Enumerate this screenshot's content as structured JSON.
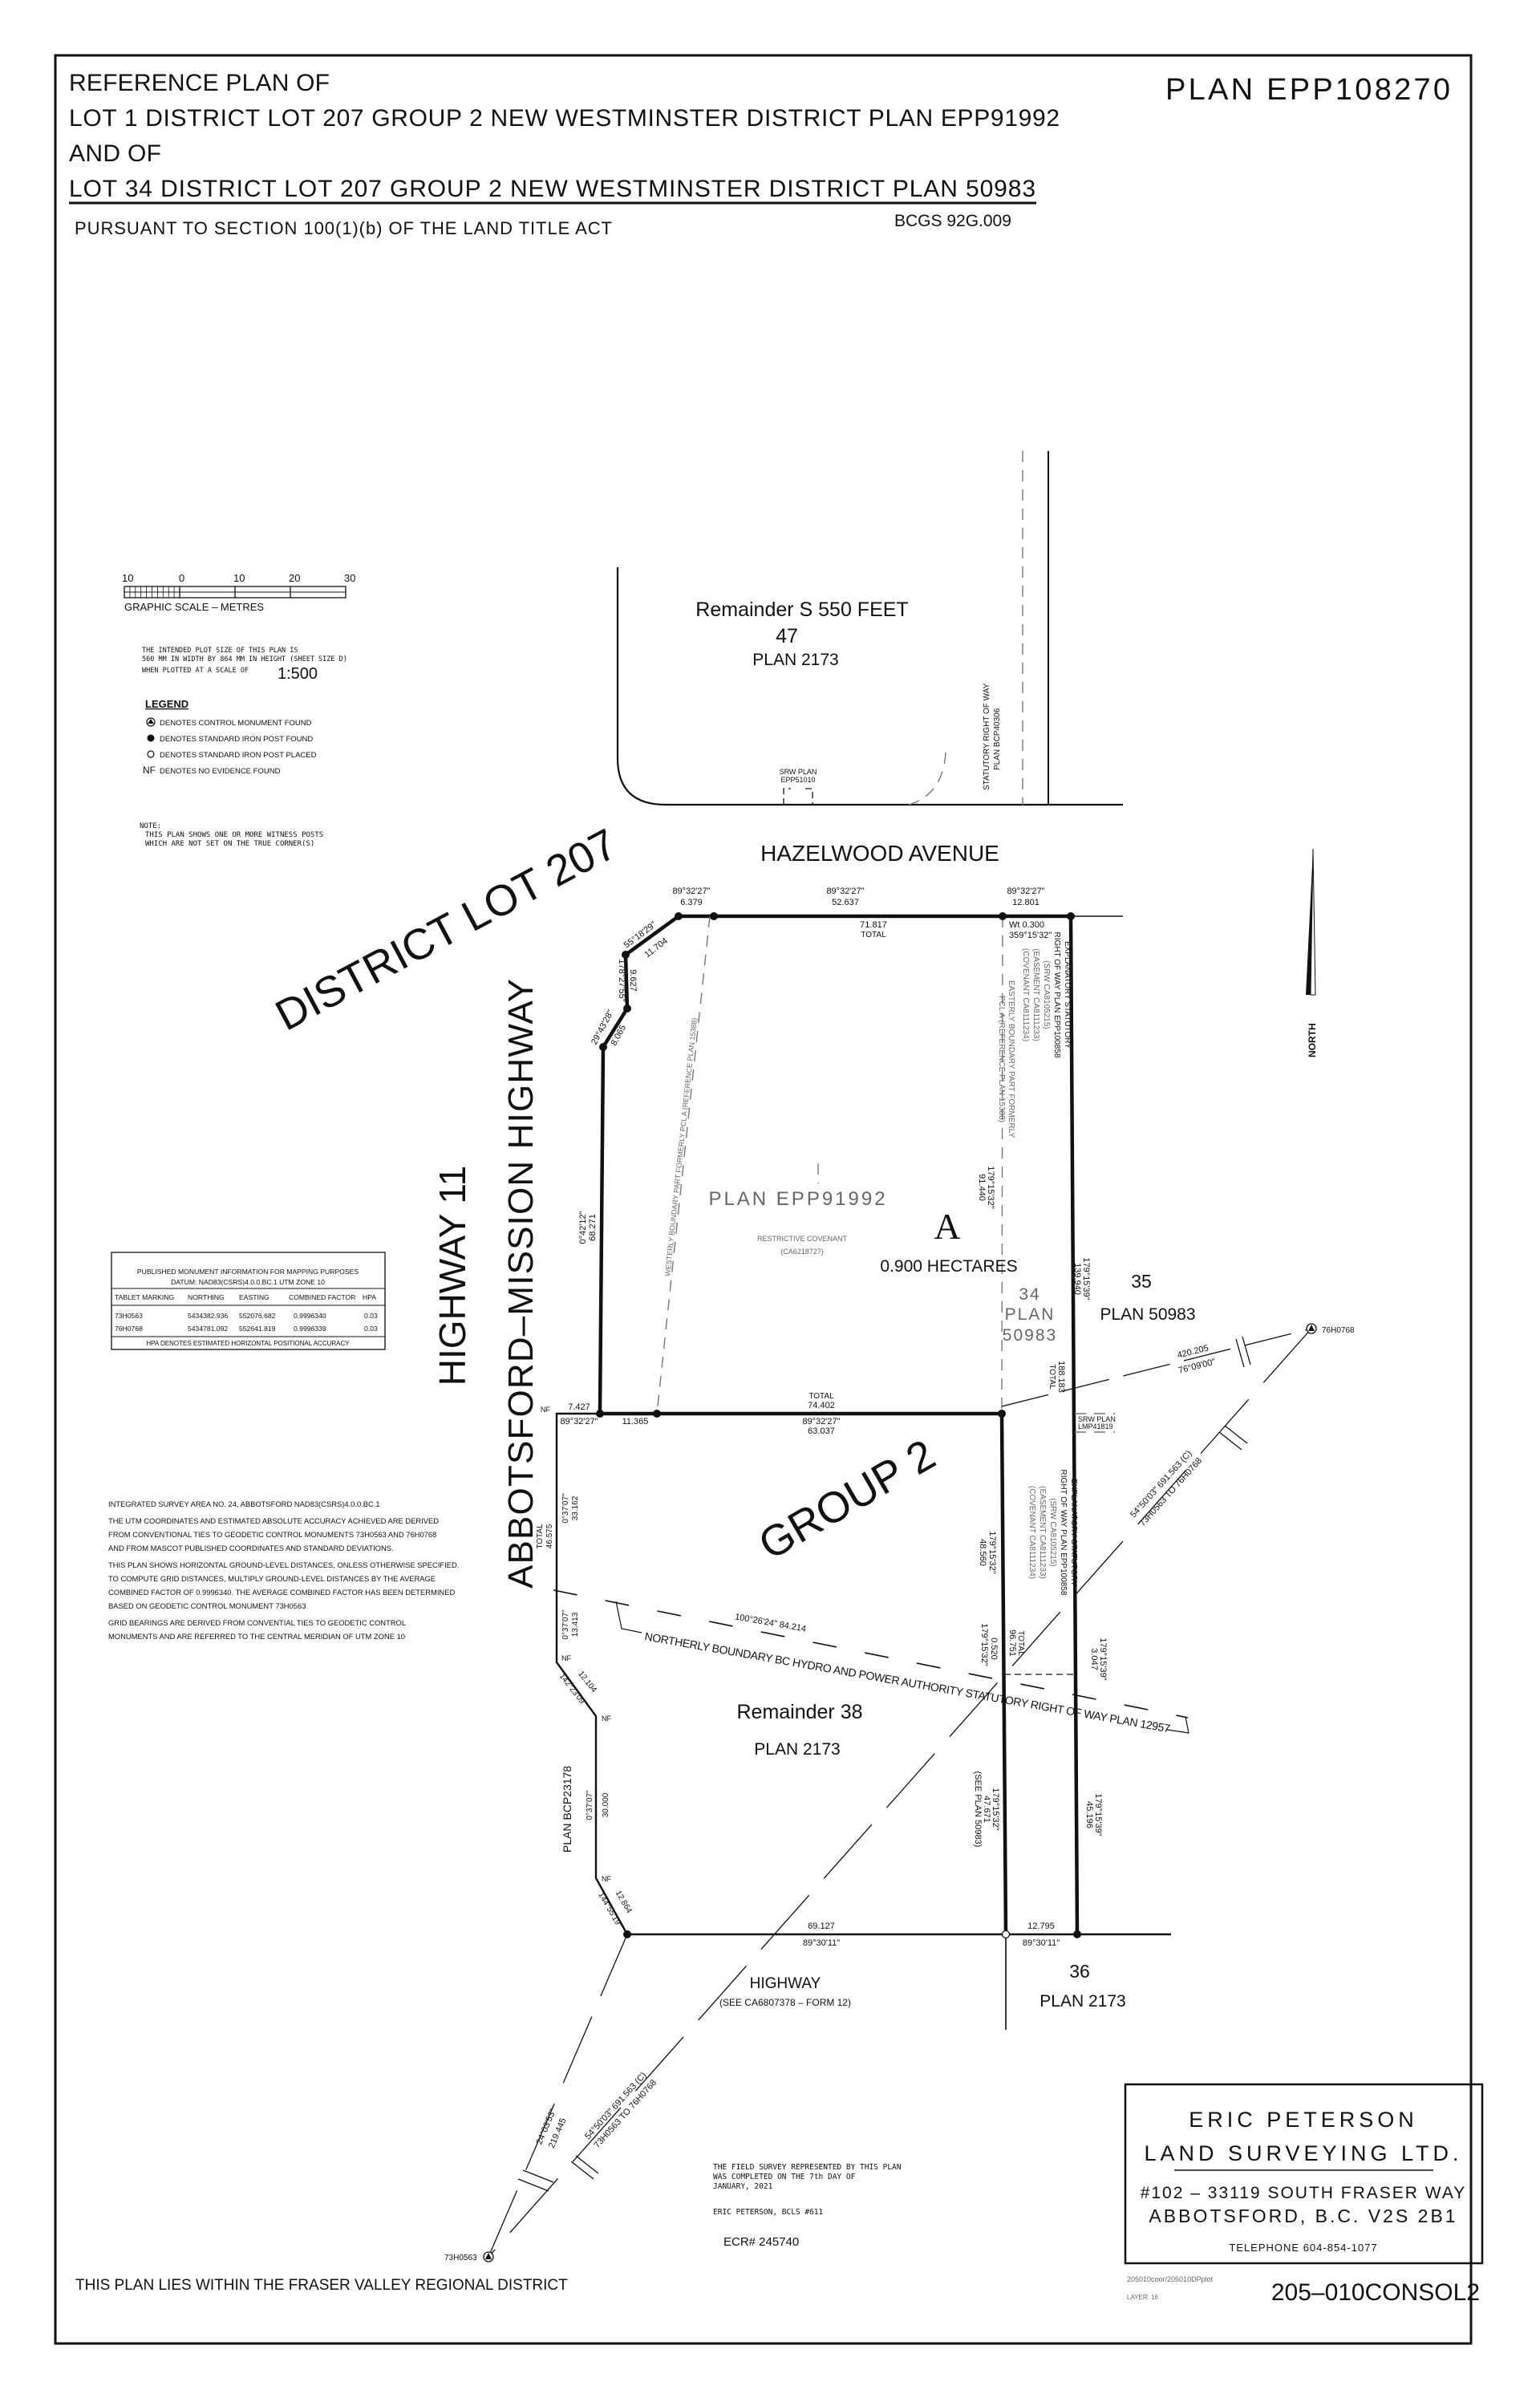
{
  "header": {
    "line1": "REFERENCE PLAN OF",
    "line2": "LOT 1 DISTRICT LOT 207 GROUP 2 NEW WESTMINSTER DISTRICT PLAN EPP91992",
    "line3": "AND OF",
    "line4": "LOT 34 DISTRICT LOT 207 GROUP 2 NEW WESTMINSTER DISTRICT PLAN 50983",
    "pursuant": "PURSUANT TO SECTION 100(1)(b) OF THE LAND TITLE ACT",
    "bcgs": "BCGS 92G.009",
    "plan_number": "PLAN EPP108270"
  },
  "scale": {
    "ticks": [
      "10",
      "0",
      "10",
      "20",
      "30"
    ],
    "caption": "GRAPHIC SCALE – METRES"
  },
  "plot_note": {
    "line1": "THE INTENDED PLOT SIZE OF THIS PLAN IS",
    "line2": "560 MM IN WIDTH BY 864 MM IN HEIGHT (SHEET SIZE D)",
    "line3": "WHEN PLOTTED AT A SCALE OF",
    "scale": "1:500"
  },
  "legend": {
    "title": "LEGEND",
    "items": [
      {
        "symbol": "control-monument-icon",
        "label": "DENOTES CONTROL MONUMENT FOUND"
      },
      {
        "symbol": "iron-post-found-icon",
        "label": "DENOTES STANDARD IRON POST FOUND"
      },
      {
        "symbol": "iron-post-placed-icon",
        "label": "DENOTES STANDARD IRON POST PLACED"
      },
      {
        "symbol": "NF",
        "label": "DENOTES NO EVIDENCE FOUND"
      }
    ]
  },
  "note": {
    "title": "NOTE:",
    "line1": "THIS PLAN SHOWS ONE OR MORE WITNESS POSTS",
    "line2": "WHICH ARE NOT SET ON THE TRUE CORNER(S)"
  },
  "monument_table": {
    "title1": "PUBLISHED MONUMENT INFORMATION FOR MAPPING PURPOSES",
    "title2": "DATUM: NAD83(CSRS)4.0.0.BC.1    UTM ZONE 10",
    "headers": [
      "TABLET MARKING",
      "NORTHING",
      "EASTING",
      "COMBINED FACTOR",
      "HPA"
    ],
    "rows": [
      [
        "73H0563",
        "5434382.936",
        "552076.682",
        "0.9996340",
        "0.03"
      ],
      [
        "76H0768",
        "5434781.092",
        "552641.819",
        "0.9996339",
        "0.03"
      ]
    ],
    "footnote": "HPA DENOTES ESTIMATED HORIZONTAL POSITIONAL ACCURACY"
  },
  "survey_notes": [
    "INTEGRATED SURVEY AREA NO. 24, ABBOTSFORD NAD83(CSRS)4.0.0.BC.1",
    "THE UTM COORDINATES AND ESTIMATED ABSOLUTE ACCURACY ACHIEVED ARE DERIVED",
    "FROM CONVENTIONAL TIES TO GEODETIC CONTROL MONUMENTS 73H0563 AND 76H0768",
    "AND FROM MASCOT PUBLISHED COORDINATES AND STANDARD DEVIATIONS.",
    "THIS PLAN SHOWS HORIZONTAL GROUND-LEVEL DISTANCES, ONLESS OTHERWISE SPECIFIED.",
    "TO COMPUTE GRID DISTANCES, MULTIPLY GROUND-LEVEL DISTANCES BY THE AVERAGE",
    "COMBINED FACTOR OF 0.9996340. THE AVERAGE COMBINED FACTOR HAS BEEN DETERMINED",
    "BASED ON GEODETIC CONTROL MONUMENT 73H0563",
    "GRID BEARINGS ARE DERIVED FROM CONVENTIAL TIES TO GEODETIC CONTROL",
    "MONUMENTS AND ARE REFERRED TO THE CENTRAL MERIDIAN OF UTM ZONE 10"
  ],
  "labels": {
    "lot47_remainder": "Remainder S 550 FEET",
    "lot47_number": "47",
    "lot47_plan": "PLAN 2173",
    "srw_epp51010_1": "SRW PLAN",
    "srw_epp51010_2": "EPP51010",
    "srw_bcp40306_1": "STATUTORY RIGHT OF WAY",
    "srw_bcp40306_2": "PLAN BCP40306",
    "hazelwood": "HAZELWOOD AVENUE",
    "district_lot": "DISTRICT LOT 207",
    "highway11": "HIGHWAY 11",
    "abbotsford_mission": "ABBOTSFORD–MISSION HIGHWAY",
    "group2": "GROUP 2",
    "plan_epp91992": "PLAN EPP91992",
    "restrictive_covenant": "RESTRICTIVE COVENANT",
    "restrictive_covenant_no": "(CA6218727)",
    "westerly_boundary": "WESTERLY BOUNDARY PART FORMERLY PCL A (REFERENCE PLAN 15388)",
    "parcel_a": "A",
    "hectares": "0.900 HECTARES",
    "lot34_number": "34",
    "lot34_plan": "PLAN",
    "lot34_plan_no": "50983",
    "lot35_number": "35",
    "lot35_plan": "PLAN  50983",
    "explanatory": [
      "EXPLANATORY STATUTORY",
      "RIGHT OF WAY PLAN EPP100858",
      "(SRW CA8105215)",
      "(EASEMENT CA8111233)",
      "(COVENANT CA8111234)"
    ],
    "easterly_boundary_1": "EASTERLY BOUNDARY PART FORMERLY",
    "easterly_boundary_2": "PCL A (REFERENCE PLAN 15388)",
    "srw_lmp_1": "SRW PLAN",
    "srw_lmp_2": "LMP41819",
    "monument_76": "76H0768",
    "monument_73": "73H0563",
    "hydro": "NORTHERLY BOUNDARY BC HYDRO AND POWER AUTHORITY STATUTORY   RIGHT   OF   WAY PLAN 12957",
    "remainder38": "Remainder 38",
    "plan2173_38": "PLAN 2173",
    "plan_bcp23178": "PLAN BCP23178",
    "highway": "HIGHWAY",
    "highway_ref": "(SEE CA6807378 – FORM 12)",
    "lot36_number": "36",
    "lot36_plan": "PLAN 2173",
    "north": "NORTH",
    "nf": "NF"
  },
  "dims": [
    "89°32'27\"",
    "6.379",
    "89°32'27\"",
    "52.637",
    "71.817",
    "TOTAL",
    "89°32'27\"",
    "12.801",
    "Wt 0.300",
    "359°15'32\"",
    "55°18'29\"",
    "11.704",
    "178°27'55\"",
    "9.627",
    "29°43'28\"",
    "8.065",
    "0°42'12\"",
    "68.271",
    "7.427",
    "89°32'27\"",
    "11.365",
    "TOTAL",
    "74.402",
    "89°32'27\"",
    "63.037",
    "0°37'07\"",
    "33.162",
    "TOTAL",
    "46.575",
    "0°37'07\"",
    "13.413",
    "12.104",
    "142°23'09\"",
    "0°37'07\"",
    "30.000",
    "12.864",
    "144°55'19\"",
    "69.127",
    "89°30'11\"",
    "12.795",
    "89°30'11\"",
    "179°15'32\"",
    "91.440",
    "179°15'39\"",
    "139.940",
    "188.183",
    "TOTAL",
    "179°15'32\"",
    "48.560",
    "TOTAL",
    "96.751",
    "0.520",
    "179°15'32\"",
    "179°15'39\"",
    "3.047",
    "179°15'32\"",
    "47.671",
    "(SEE PLAN 50983)",
    "179°15'39\"",
    "45.196",
    "100°26'24\"  84.214",
    "420.205",
    "76°09'00\"",
    "54°50'03\"  691.563 (C)",
    "73H0563 TO 76H0768",
    "54°50'03\"  691.563 (C)",
    "73H0563 TO 76H0768",
    "24°03'53\"",
    "219.445"
  ],
  "field_survey": {
    "line1": "THE FIELD SURVEY REPRESENTED BY THIS PLAN",
    "line2": "WAS COMPLETED ON THE 7th DAY OF",
    "line3": "JANUARY, 2021",
    "surveyor": "ERIC PETERSON, BCLS #611",
    "ecr": "ECR# 245740"
  },
  "surveyor_block": {
    "name1": "ERIC PETERSON",
    "name2": "LAND SURVEYING LTD.",
    "address1": "#102 – 33119 SOUTH FRASER WAY",
    "address2": "ABBOTSFORD, B.C. V2S 2B1",
    "telephone": "TELEPHONE 604-854-1077"
  },
  "footer": {
    "regional_district": "THIS PLAN LIES WITHIN THE FRASER VALLEY REGIONAL DISTRICT",
    "file_path": "205010coor/205010DPplot",
    "layer": "LAYER: 16",
    "drawing_no": "205–010CONSOL2"
  }
}
